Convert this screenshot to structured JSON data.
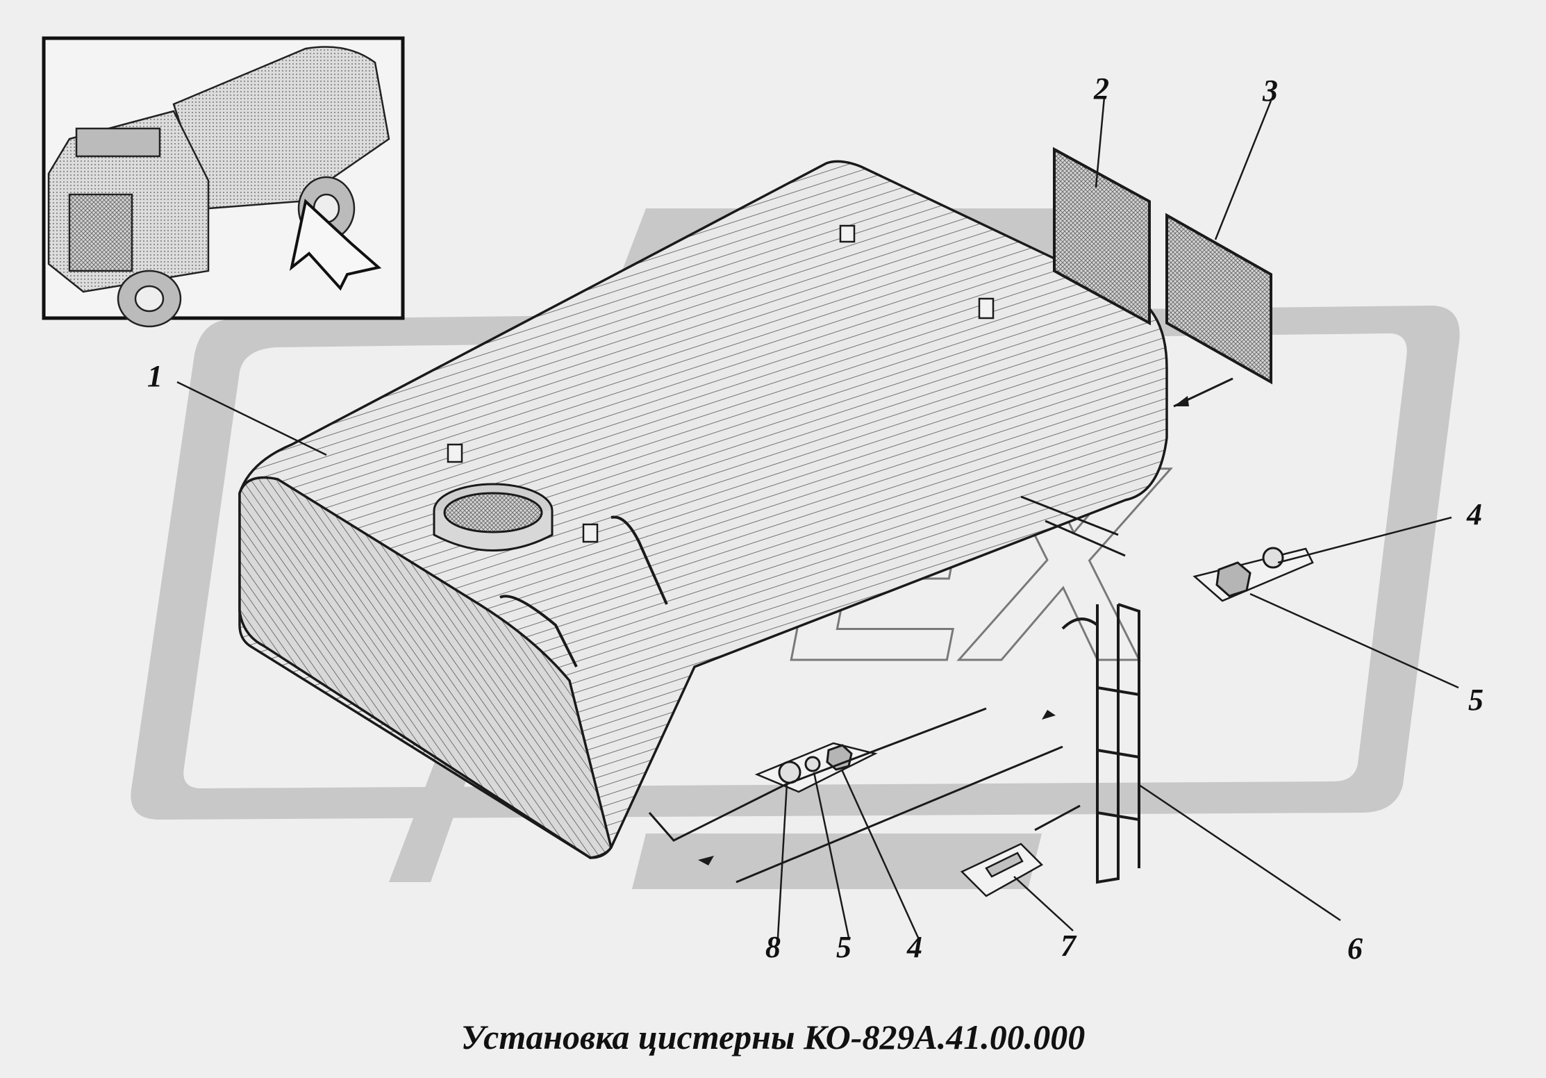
{
  "caption": "Установка цистерны КО-829А.41.00.000",
  "watermark": "ОРЕХ",
  "callouts": {
    "c1": "1",
    "c2": "2",
    "c3": "3",
    "c4_right": "4",
    "c5_right": "5",
    "c6": "6",
    "c7": "7",
    "c8": "8",
    "c5_bottom": "5",
    "c4_bottom": "4"
  },
  "colors": {
    "background": "#efefef",
    "watermark": "#c6c6c6",
    "line": "#1a1a1a"
  }
}
